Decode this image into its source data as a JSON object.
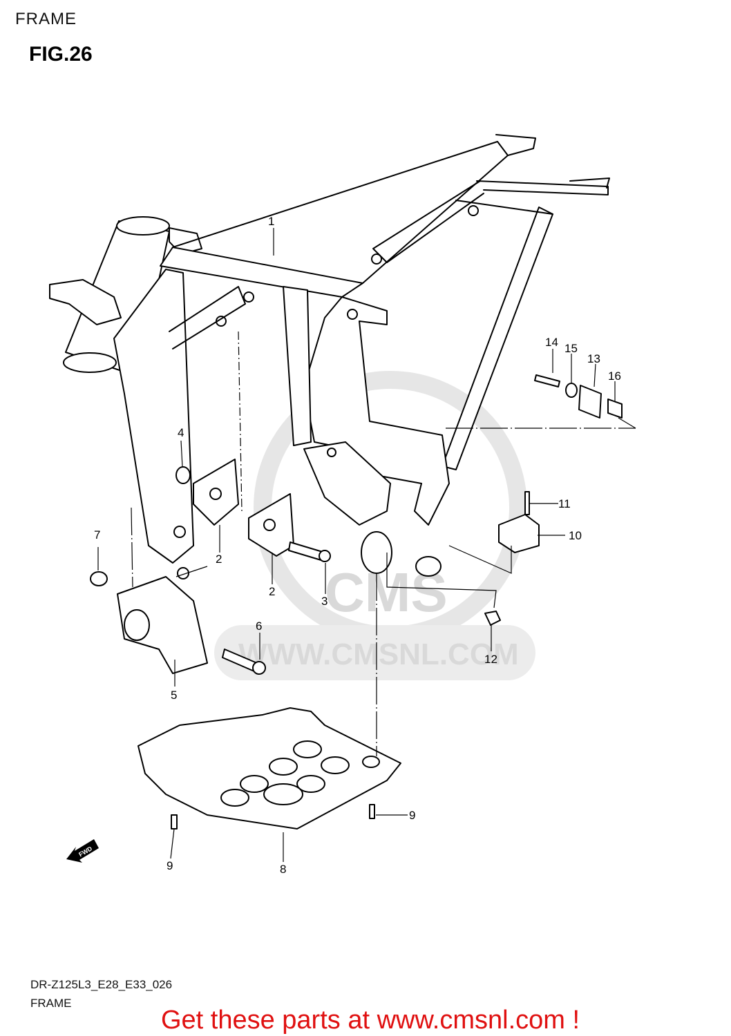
{
  "header": {
    "section_title": "FRAME",
    "figure_label": "FIG.26"
  },
  "callouts": {
    "c1": "1",
    "c2a": "2",
    "c2b": "2",
    "c3": "3",
    "c4": "4",
    "c5": "5",
    "c6": "6",
    "c7": "7",
    "c8": "8",
    "c9a": "9",
    "c9b": "9",
    "c10": "10",
    "c11": "11",
    "c12": "12",
    "c13": "13",
    "c14": "14",
    "c15": "15",
    "c16": "16"
  },
  "fwd_label": "FWD",
  "watermark": {
    "brand": "CMS",
    "url": "WWW.CMSNL.COM"
  },
  "footer": {
    "model_code": "DR-Z125L3_E28_E33_026",
    "title": "FRAME",
    "cta": "Get these parts at www.cmsnl.com !"
  }
}
